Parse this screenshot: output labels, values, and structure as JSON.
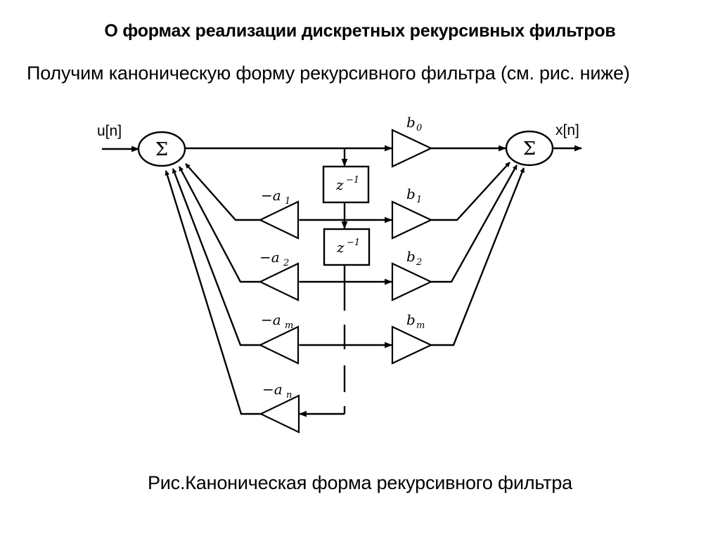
{
  "slide": {
    "title": "О формах реализации дискретных рекурсивных фильтров",
    "intro": "Получим каноническую форму рекурсивного фильтра (см. рис. ниже)",
    "caption": "Рис.Каноническая форма рекурсивного фильтра"
  },
  "diagram": {
    "input_label": "u[n]",
    "output_label": "x[n]",
    "sum_symbol": "Σ",
    "delay_label": "z",
    "delay_exponent": "−1",
    "feedback_gains": [
      {
        "sign": "−",
        "base": "a",
        "index": "1"
      },
      {
        "sign": "−",
        "base": "a",
        "index": "2"
      },
      {
        "sign": "−",
        "base": "a",
        "index": "m"
      },
      {
        "sign": "−",
        "base": "a",
        "index": "n"
      }
    ],
    "feedforward_gains": [
      {
        "base": "b",
        "index": "0"
      },
      {
        "base": "b",
        "index": "1"
      },
      {
        "base": "b",
        "index": "2"
      },
      {
        "base": "b",
        "index": "m"
      }
    ]
  }
}
